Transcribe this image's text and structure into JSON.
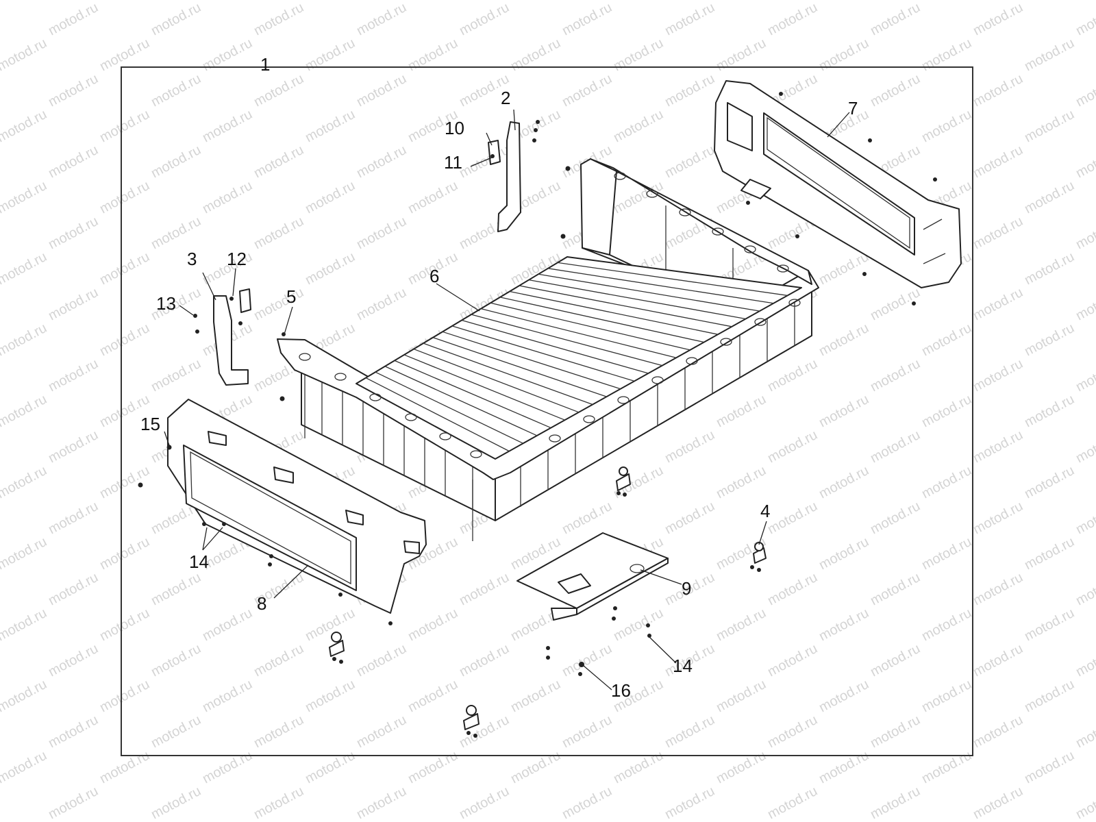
{
  "watermark": "motod.ru",
  "colors": {
    "line": "#222222",
    "frame": "#333333",
    "watermark": "#d4d4d4",
    "background": "#ffffff"
  },
  "callouts": [
    {
      "id": "c1",
      "label": "1"
    },
    {
      "id": "c2",
      "label": "2"
    },
    {
      "id": "c3",
      "label": "3"
    },
    {
      "id": "c4",
      "label": "4"
    },
    {
      "id": "c5",
      "label": "5"
    },
    {
      "id": "c6",
      "label": "6"
    },
    {
      "id": "c7",
      "label": "7"
    },
    {
      "id": "c8",
      "label": "8"
    },
    {
      "id": "c9",
      "label": "9"
    },
    {
      "id": "c10",
      "label": "10"
    },
    {
      "id": "c11",
      "label": "11"
    },
    {
      "id": "c12",
      "label": "12"
    },
    {
      "id": "c13",
      "label": "13"
    },
    {
      "id": "c14a",
      "label": "14"
    },
    {
      "id": "c14b",
      "label": "14"
    },
    {
      "id": "c15",
      "label": "15"
    },
    {
      "id": "c16",
      "label": "16"
    }
  ]
}
